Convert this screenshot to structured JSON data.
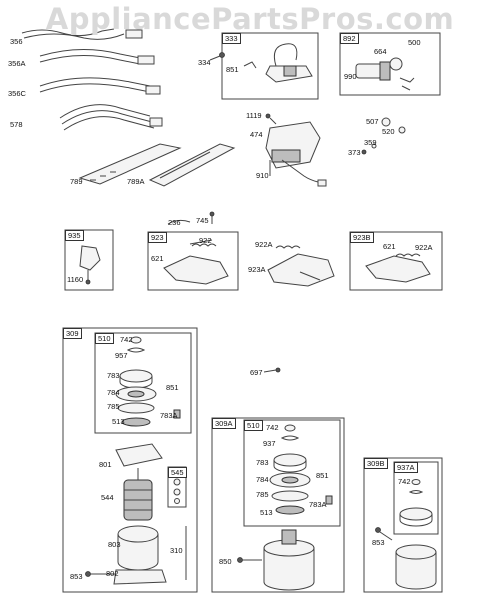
{
  "watermark": "AppliancePartsPros.com",
  "group_labels": [
    "333",
    "892",
    "935",
    "923",
    "923B",
    "309",
    "510",
    "545",
    "309A",
    "510",
    "309B",
    "937A"
  ],
  "part_labels": [
    "356",
    "356A",
    "356C",
    "578",
    "789",
    "789A",
    "334",
    "851",
    "500",
    "664",
    "990",
    "1119",
    "474",
    "910",
    "507",
    "520",
    "359",
    "373",
    "236",
    "745",
    "1160",
    "621",
    "922",
    "922A",
    "923A",
    "621",
    "922A",
    "742",
    "957",
    "783",
    "851",
    "784",
    "785",
    "783A",
    "513",
    "697",
    "801",
    "544",
    "803",
    "310",
    "853",
    "802",
    "742",
    "937",
    "783",
    "851",
    "784",
    "785",
    "783A",
    "513",
    "850",
    "742",
    "853"
  ]
}
